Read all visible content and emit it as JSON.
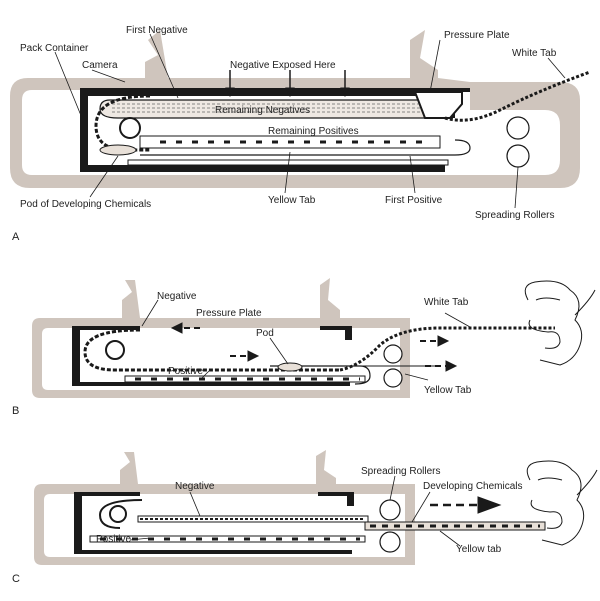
{
  "panels": {
    "a": {
      "id": "A",
      "labels": {
        "first_negative": "First Negative",
        "pack_container": "Pack Container",
        "camera": "Camera",
        "negative_exposed": "Negative Exposed Here",
        "pressure_plate": "Pressure Plate",
        "white_tab": "White Tab",
        "remaining_negatives": "Remaining Negatives",
        "remaining_positives": "Remaining Positives",
        "pod": "Pod of Developing Chemicals",
        "yellow_tab": "Yellow Tab",
        "first_positive": "First Positive",
        "spreading_rollers": "Spreading Rollers"
      }
    },
    "b": {
      "id": "B",
      "labels": {
        "negative": "Negative",
        "pressure_plate": "Pressure Plate",
        "white_tab": "White Tab",
        "pod": "Pod",
        "positive": "Positive",
        "yellow_tab": "Yellow Tab"
      }
    },
    "c": {
      "id": "C",
      "labels": {
        "negative": "Negative",
        "positive": "Positive",
        "spreading_rollers": "Spreading Rollers",
        "developing_chemicals": "Developing Chemicals",
        "yellow_tab": "Yellow tab"
      }
    }
  },
  "colors": {
    "camera_body": "#cfc5bd",
    "ink": "#1a1a1a",
    "chem_fill": "#e8e0d8"
  }
}
